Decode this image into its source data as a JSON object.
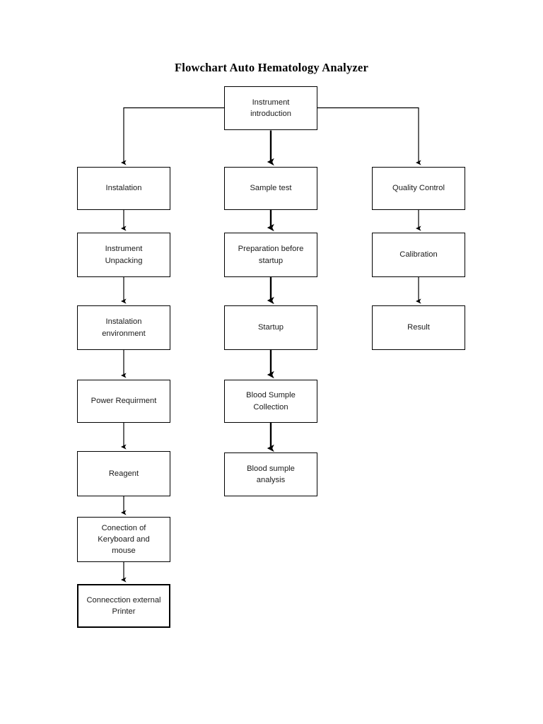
{
  "document": {
    "title": "Flowchart Auto Hematology Analyzer",
    "page_background": "#ffffff",
    "line_color": "#000000",
    "box_border_color": "#000000",
    "box_fill_color": "#ffffff",
    "text_color": "#1b1b1b"
  },
  "chart_data": {
    "type": "diagram",
    "diagram_kind": "flowchart",
    "title": "Flowchart Auto Hematology Analyzer",
    "orientation": "top-down",
    "root": {
      "id": "instrument-introduction",
      "label": "Instrument\nintroduction"
    },
    "branches": [
      {
        "id": "branch-installation",
        "column": "left",
        "arrow_weight": "thin",
        "nodes": [
          {
            "id": "instalation",
            "label": "Instalation",
            "lines": 1
          },
          {
            "id": "instrument-unpacking",
            "label": "Instrument\nUnpacking",
            "lines": 2
          },
          {
            "id": "instalation-environment",
            "label": "Instalation\nenvironment",
            "lines": 2
          },
          {
            "id": "power-requirment",
            "label": "Power Requirment",
            "lines": 1
          },
          {
            "id": "reagent",
            "label": "Reagent",
            "lines": 1
          },
          {
            "id": "conection-keryboard-mouse",
            "label": "Conection of\nKeryboard and\nmouse",
            "lines": 3
          },
          {
            "id": "connecction-external-printer",
            "label": "Connecction external\nPrinter",
            "lines": 2
          }
        ]
      },
      {
        "id": "branch-sample-test",
        "column": "middle",
        "arrow_weight": "thick",
        "nodes": [
          {
            "id": "sample-test",
            "label": "Sample test",
            "lines": 1
          },
          {
            "id": "preparation-before-startup",
            "label": "Preparation before\nstartup",
            "lines": 2
          },
          {
            "id": "startup",
            "label": "Startup",
            "lines": 1
          },
          {
            "id": "blood-sumple-collection",
            "label": "Blood Sumple\nCollection",
            "lines": 2
          },
          {
            "id": "blood-sumple-analysis",
            "label": "Blood sumple\nanalysis",
            "lines": 2
          }
        ]
      },
      {
        "id": "branch-quality-control",
        "column": "right",
        "arrow_weight": "thin",
        "nodes": [
          {
            "id": "quality-control",
            "label": "Quality Control",
            "lines": 1
          },
          {
            "id": "calibration",
            "label": "Calibration",
            "lines": 1
          },
          {
            "id": "result",
            "label": "Result",
            "lines": 1
          }
        ]
      }
    ],
    "edges": [
      {
        "from": "instrument-introduction",
        "to": "instalation",
        "style": "elbow-left"
      },
      {
        "from": "instrument-introduction",
        "to": "sample-test",
        "style": "straight"
      },
      {
        "from": "instrument-introduction",
        "to": "quality-control",
        "style": "elbow-right"
      },
      {
        "from": "instalation",
        "to": "instrument-unpacking",
        "style": "straight"
      },
      {
        "from": "instrument-unpacking",
        "to": "instalation-environment",
        "style": "straight"
      },
      {
        "from": "instalation-environment",
        "to": "power-requirment",
        "style": "straight"
      },
      {
        "from": "power-requirment",
        "to": "reagent",
        "style": "straight"
      },
      {
        "from": "reagent",
        "to": "conection-keryboard-mouse",
        "style": "straight"
      },
      {
        "from": "conection-keryboard-mouse",
        "to": "connecction-external-printer",
        "style": "straight"
      },
      {
        "from": "sample-test",
        "to": "preparation-before-startup",
        "style": "straight"
      },
      {
        "from": "preparation-before-startup",
        "to": "startup",
        "style": "straight"
      },
      {
        "from": "startup",
        "to": "blood-sumple-collection",
        "style": "straight"
      },
      {
        "from": "blood-sumple-collection",
        "to": "blood-sumple-analysis",
        "style": "straight"
      },
      {
        "from": "quality-control",
        "to": "calibration",
        "style": "straight"
      },
      {
        "from": "calibration",
        "to": "result",
        "style": "straight"
      }
    ]
  },
  "nodes": {
    "root": "Instrument\nintroduction",
    "left": {
      "n0": "Instalation",
      "n1": "Instrument\nUnpacking",
      "n2": "Instalation\nenvironment",
      "n3": "Power Requirment",
      "n4": "Reagent",
      "n5": "Conection of\nKeryboard and\nmouse",
      "n6": "Connecction external\nPrinter"
    },
    "middle": {
      "n0": "Sample test",
      "n1": "Preparation before\nstartup",
      "n2": "Startup",
      "n3": "Blood Sumple\nCollection",
      "n4": "Blood sumple\nanalysis"
    },
    "right": {
      "n0": "Quality Control",
      "n1": "Calibration",
      "n2": "Result"
    }
  }
}
